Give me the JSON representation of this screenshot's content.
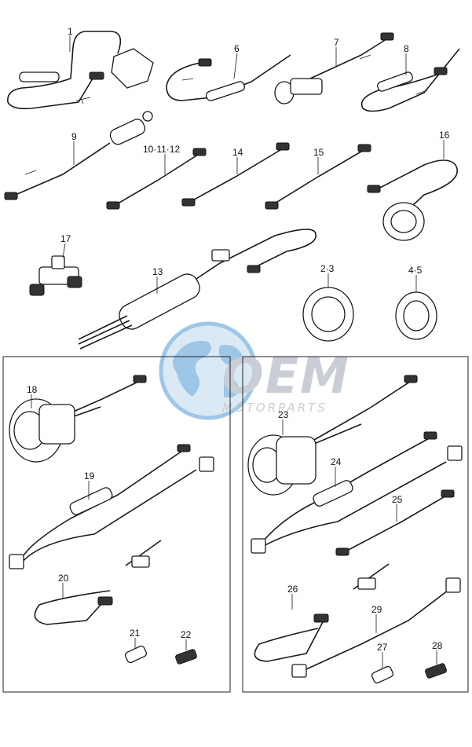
{
  "watermark": {
    "brand": "OEM",
    "sub": "MOTORPARTS",
    "color": "#c9ced6",
    "globe_color": "#9ec6e6"
  },
  "labels": {
    "p1": "1",
    "p6": "6",
    "p7": "7",
    "p8": "8",
    "p9": "9",
    "p10_11_12": "10·11·12",
    "p14": "14",
    "p15": "15",
    "p16": "16",
    "p17": "17",
    "p13": "13",
    "p2_3": "2·3",
    "p4_5": "4·5",
    "p18": "18",
    "p19": "19",
    "p20": "20",
    "p21": "21",
    "p22": "22",
    "p23": "23",
    "p24": "24",
    "p25": "25",
    "p26": "26",
    "p29": "29",
    "p27": "27",
    "p28": "28"
  }
}
